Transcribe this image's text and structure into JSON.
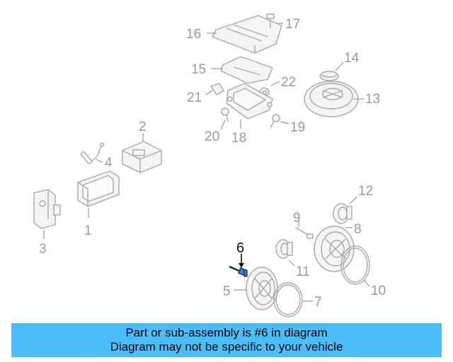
{
  "callouts": {
    "c1": "1",
    "c2": "2",
    "c3": "3",
    "c4": "4",
    "c5": "5",
    "c6": "6",
    "c7": "7",
    "c8": "8",
    "c9": "9",
    "c10": "10",
    "c11": "11",
    "c12": "12",
    "c13": "13",
    "c14": "14",
    "c15": "15",
    "c16": "16",
    "c17": "17",
    "c18": "18",
    "c19": "19",
    "c20": "20",
    "c21": "21",
    "c22": "22"
  },
  "highlighted_part": "6",
  "banner": {
    "line1": "Part or sub-assembly is #6 in diagram",
    "line2": "Diagram may not be specific to your vehicle",
    "background": "#4bbdf7"
  },
  "colors": {
    "highlight": "#3a7bd5",
    "line": "#a9a9a9"
  }
}
